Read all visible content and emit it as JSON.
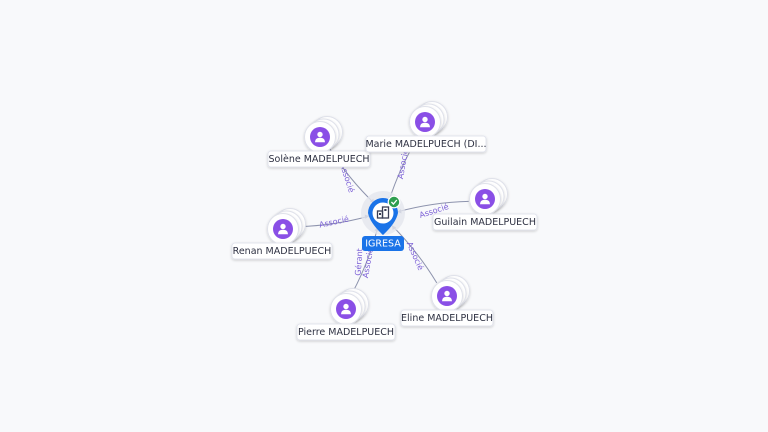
{
  "center": {
    "label": "IGRESA",
    "icon": "building-icon",
    "badge_icon": "check-icon",
    "color": "#1a73e8",
    "badge_color": "#2e9e4f"
  },
  "people": [
    {
      "id": "solene",
      "label": "Solène MADELPUECH",
      "edge_label": "Associé",
      "icon": "person-icon"
    },
    {
      "id": "marie",
      "label": "Marie MADELPUECH (DI...",
      "edge_label": "Associé",
      "icon": "person-icon"
    },
    {
      "id": "guilain",
      "label": "Guilain MADELPUECH",
      "edge_label": "Associé",
      "icon": "person-icon"
    },
    {
      "id": "renan",
      "label": "Renan MADELPUECH",
      "edge_label": "Associé",
      "icon": "person-icon"
    },
    {
      "id": "pierre",
      "label": "Pierre MADELPUECH",
      "edge_label": "Gérant",
      "edge_label2": "Associé",
      "icon": "person-icon"
    },
    {
      "id": "eline",
      "label": "Eline MADELPUECH",
      "edge_label": "Associé",
      "icon": "person-icon"
    }
  ],
  "colors": {
    "person_circle": "#8a4fe6",
    "edge": "#8d93ad",
    "edge_label": "#7b5fd6"
  }
}
